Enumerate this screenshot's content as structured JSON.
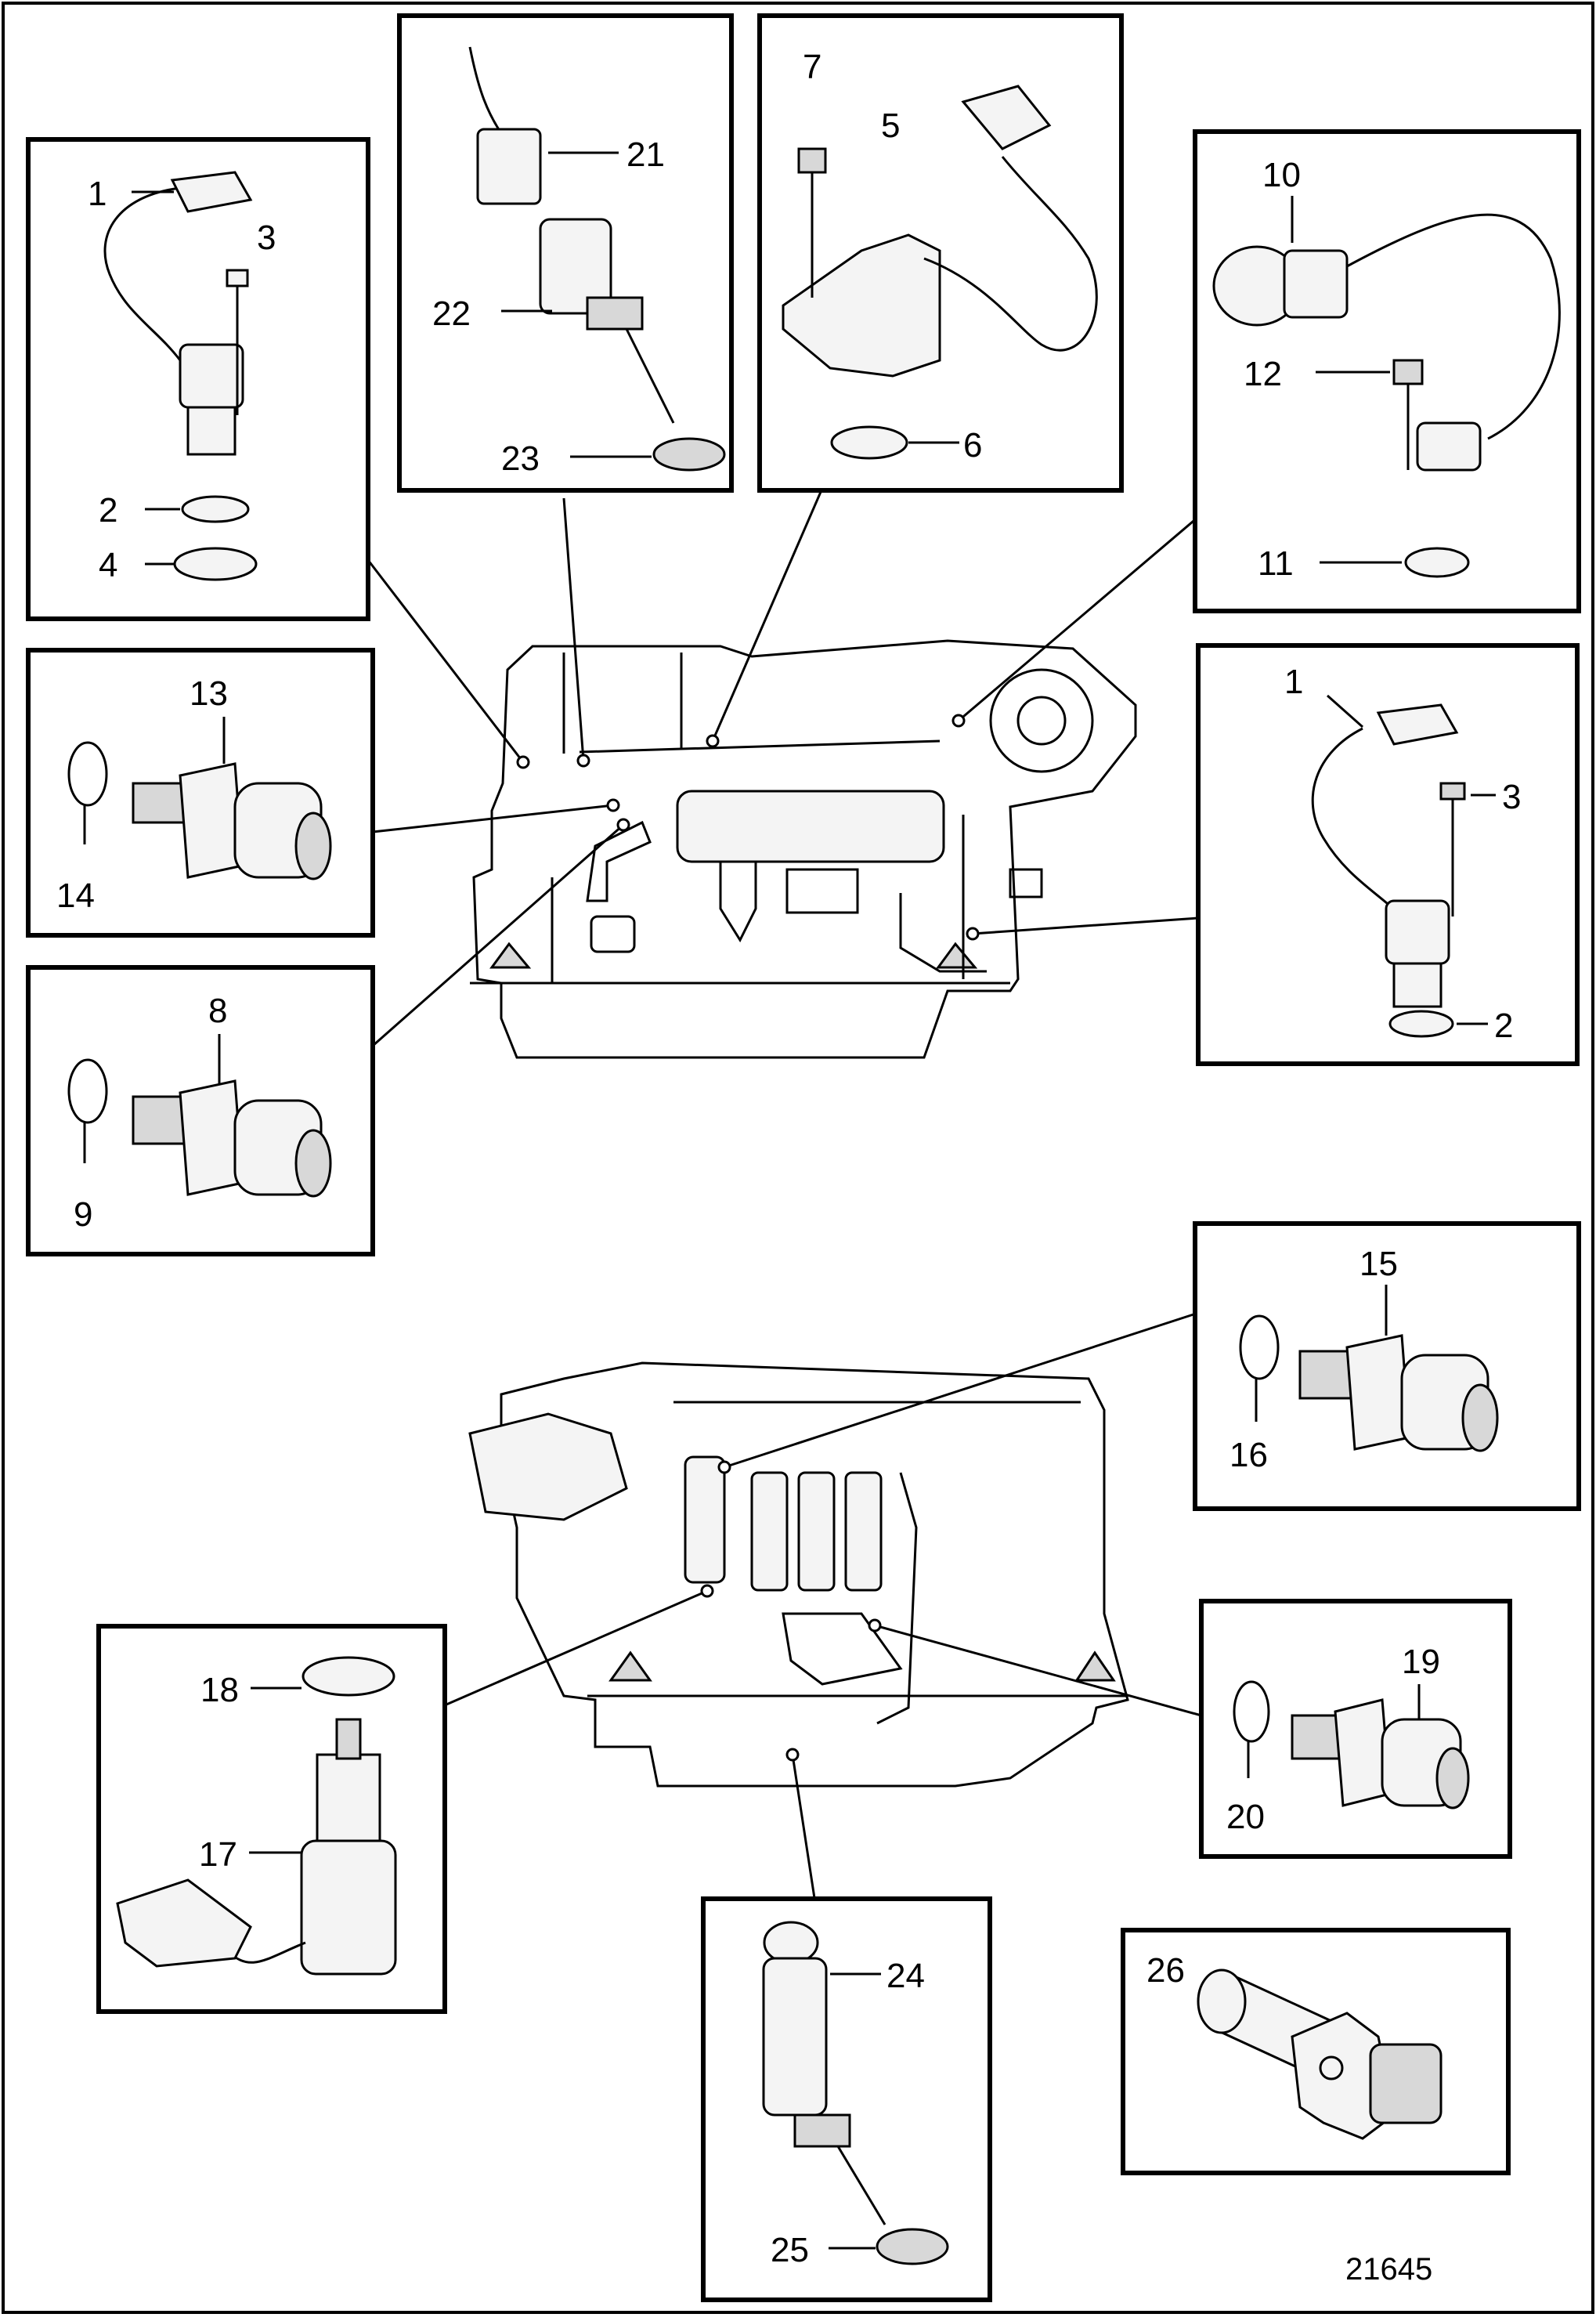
{
  "diagram": {
    "document_number": "21645",
    "part_labels": {
      "p1a": "1",
      "p2a": "2",
      "p3a": "3",
      "p4": "4",
      "p21": "21",
      "p22": "22",
      "p23": "23",
      "p7": "7",
      "p5": "5",
      "p6": "6",
      "p10": "10",
      "p12": "12",
      "p11": "11",
      "p13": "13",
      "p14": "14",
      "p8": "8",
      "p9": "9",
      "p1b": "1",
      "p3b": "3",
      "p2b": "2",
      "p15": "15",
      "p16": "16",
      "p18": "18",
      "p17": "17",
      "p19": "19",
      "p20": "20",
      "p24": "24",
      "p25": "25",
      "p26": "26"
    }
  }
}
